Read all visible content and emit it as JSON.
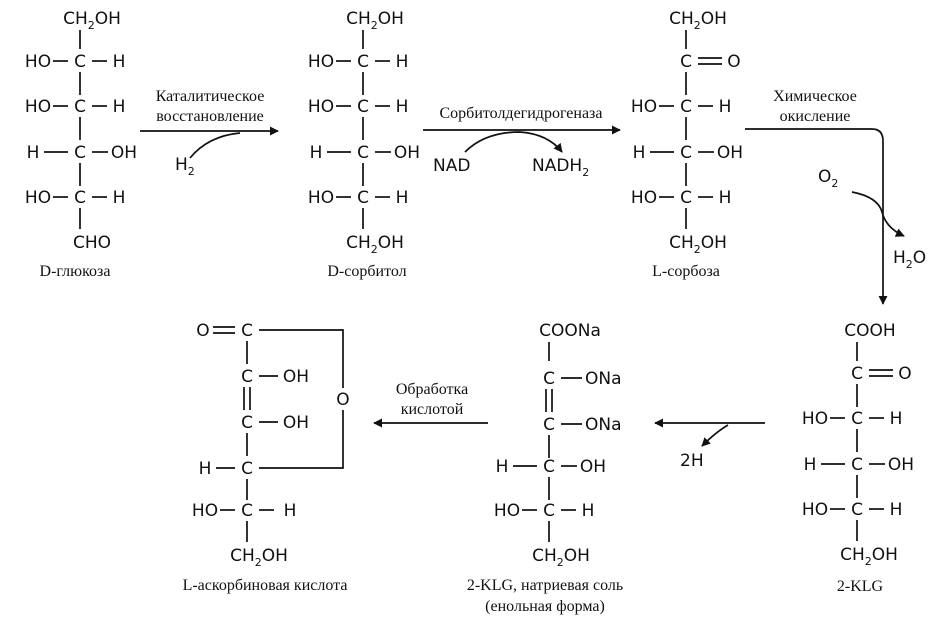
{
  "diagram": {
    "title": "",
    "molecules": {
      "d_glucose": {
        "name": "D-глюкоза",
        "rows": [
          {
            "center": "CH2OH"
          },
          {
            "left": "HO",
            "center": "C",
            "right": "H"
          },
          {
            "left": "HO",
            "center": "C",
            "right": "H"
          },
          {
            "left": "H",
            "center": "C",
            "right": "OH"
          },
          {
            "left": "HO",
            "center": "C",
            "right": "H"
          },
          {
            "center": "CHO"
          }
        ]
      },
      "d_sorbitol": {
        "name": "D-сорбитол",
        "rows": [
          {
            "center": "CH2OH"
          },
          {
            "left": "HO",
            "center": "C",
            "right": "H"
          },
          {
            "left": "HO",
            "center": "C",
            "right": "H"
          },
          {
            "left": "H",
            "center": "C",
            "right": "OH"
          },
          {
            "left": "HO",
            "center": "C",
            "right": "H"
          },
          {
            "center": "CH2OH"
          }
        ]
      },
      "l_sorbose": {
        "name": "L-сорбоза",
        "rows": [
          {
            "center": "CH2OH"
          },
          {
            "center": "C",
            "right": "O"
          },
          {
            "left": "HO",
            "center": "C",
            "right": "H"
          },
          {
            "left": "H",
            "center": "C",
            "right": "OH"
          },
          {
            "left": "HO",
            "center": "C",
            "right": "H"
          },
          {
            "center": "CH2OH"
          }
        ]
      },
      "klg": {
        "name": "2-KLG",
        "rows": [
          {
            "center": "COOH"
          },
          {
            "center": "C",
            "right": "O"
          },
          {
            "left": "HO",
            "center": "C",
            "right": "H"
          },
          {
            "left": "H",
            "center": "C",
            "right": "OH"
          },
          {
            "left": "HO",
            "center": "C",
            "right": "H"
          },
          {
            "center": "CH2OH"
          }
        ]
      },
      "klg_sodium": {
        "name_line1": "2-KLG, натриевая соль",
        "name_line2": "(енольная форма)",
        "rows": [
          {
            "center": "COONa"
          },
          {
            "center": "C",
            "right": "ONa"
          },
          {
            "center": "C",
            "right": "ONa"
          },
          {
            "left": "H",
            "center": "C",
            "right": "OH"
          },
          {
            "left": "HO",
            "center": "C",
            "right": "H"
          },
          {
            "center": "CH2OH"
          }
        ]
      },
      "ascorbic_acid": {
        "name": "L-аскорбиновая кислота",
        "ring_oxygen": "O",
        "rows": [
          {
            "left": "O",
            "center": "C"
          },
          {
            "center": "C",
            "right": "OH"
          },
          {
            "center": "C",
            "right": "OH"
          },
          {
            "left": "H",
            "center": "C"
          },
          {
            "left": "HO",
            "center": "C",
            "right": "H"
          },
          {
            "center": "CH2OH"
          }
        ]
      }
    },
    "steps": {
      "step1": {
        "line1": "Каталитическое",
        "line2": "восстановление",
        "reagent": "H2"
      },
      "step2": {
        "line1": "Сорбитолдегидрогеназа",
        "reagent_in": "NAD",
        "reagent_out": "NADH2"
      },
      "step3": {
        "line1": "Химическое",
        "line2": "окисление",
        "reagent_in": "O2",
        "reagent_out": "H2O"
      },
      "step4": {
        "reagent_out": "2H"
      },
      "step5": {
        "line1": "Обработка",
        "line2": "кислотой"
      }
    }
  }
}
